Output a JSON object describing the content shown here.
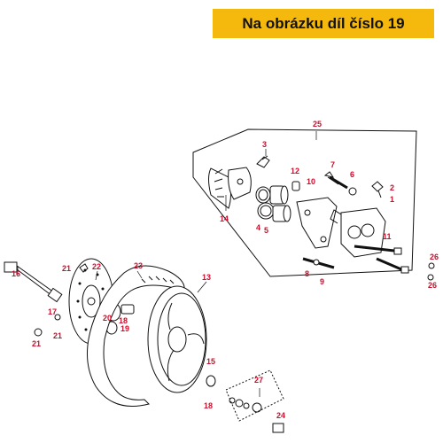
{
  "banner": {
    "text": "Na obrázku díl číslo 19",
    "color": "#f5b80c"
  },
  "callout_color": "#c8102e",
  "callouts": {
    "c1": "1",
    "c2": "2",
    "c3": "3",
    "c4": "4",
    "c5": "5",
    "c6": "6",
    "c7": "7",
    "c8": "8",
    "c9": "9",
    "c10": "10",
    "c11": "11",
    "c12": "12",
    "c13": "13",
    "c14": "14",
    "c15": "15",
    "c16": "16",
    "c17": "17",
    "c18a": "18",
    "c18b": "18",
    "c19": "19",
    "c20": "20",
    "c21a": "21",
    "c21b": "21",
    "c21c": "21",
    "c22": "22",
    "c23": "23",
    "c24": "24",
    "c25": "25",
    "c26a": "26",
    "c26b": "26",
    "c27": "27"
  }
}
